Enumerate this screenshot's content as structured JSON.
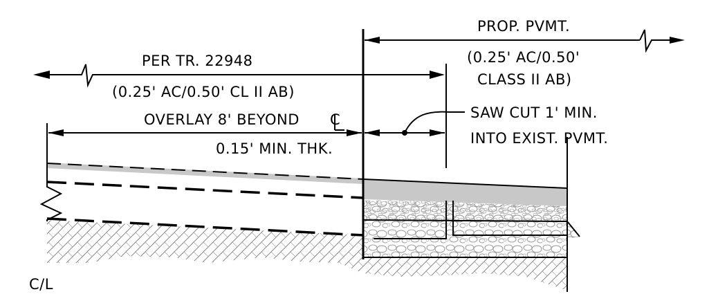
{
  "labels": {
    "prop_pvmt_line1": "PROP. PVMT.",
    "prop_pvmt_line2": "(0.25' AC/0.50'",
    "prop_pvmt_line3": "CLASS II AB)",
    "per_tr": "PER TR. 22948",
    "per_tr_section": "(0.25' AC/0.50' CL II AB)",
    "overlay": "OVERLAY 8' BEYOND",
    "centerline_symbol": "C",
    "min_thk": "0.15' MIN. THK.",
    "saw_cut_line1": "SAW CUT 1' MIN.",
    "saw_cut_line2": "INTO EXIST. PVMT.",
    "centerline": "C/L"
  },
  "colors": {
    "line": "#000000",
    "asphalt": "#c8c8c8",
    "soil_hatch": "#777777",
    "aggregate": "#999999"
  }
}
